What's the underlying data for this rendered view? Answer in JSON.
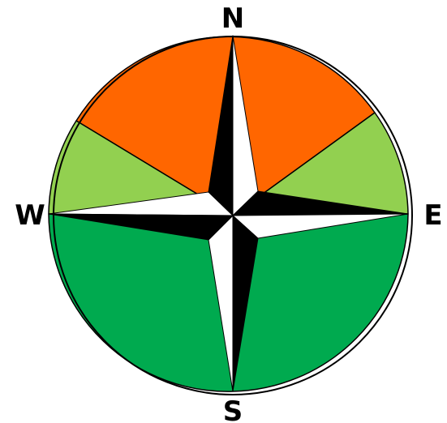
{
  "labels": {
    "north": "N",
    "south": "S",
    "east": "E",
    "west": "W"
  },
  "colors": {
    "north_sector": "#ff6600",
    "ne_nw_sector": "#92d050",
    "south_sector": "#00aa4f",
    "star_dark": "#000000",
    "star_light": "#ffffff",
    "outline": "#000000"
  }
}
